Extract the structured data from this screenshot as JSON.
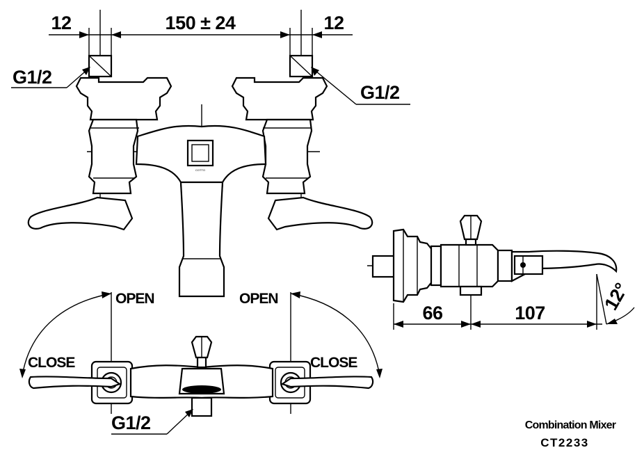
{
  "drawing": {
    "dim_left_inlet": "12",
    "dim_center": "150 ± 24",
    "dim_right_inlet": "12",
    "thread_top_left": "G1/2",
    "thread_top_right": "G1/2",
    "thread_bottom": "G1/2",
    "open_left": "OPEN",
    "open_right": "OPEN",
    "close_left": "CLOSE",
    "close_right": "CLOSE",
    "dim_side_depth": "66",
    "dim_side_spout": "107",
    "spout_angle": "12°",
    "brand_mark": "COTTO"
  },
  "product": {
    "name": "Combination Mixer",
    "model": "CT2233"
  }
}
